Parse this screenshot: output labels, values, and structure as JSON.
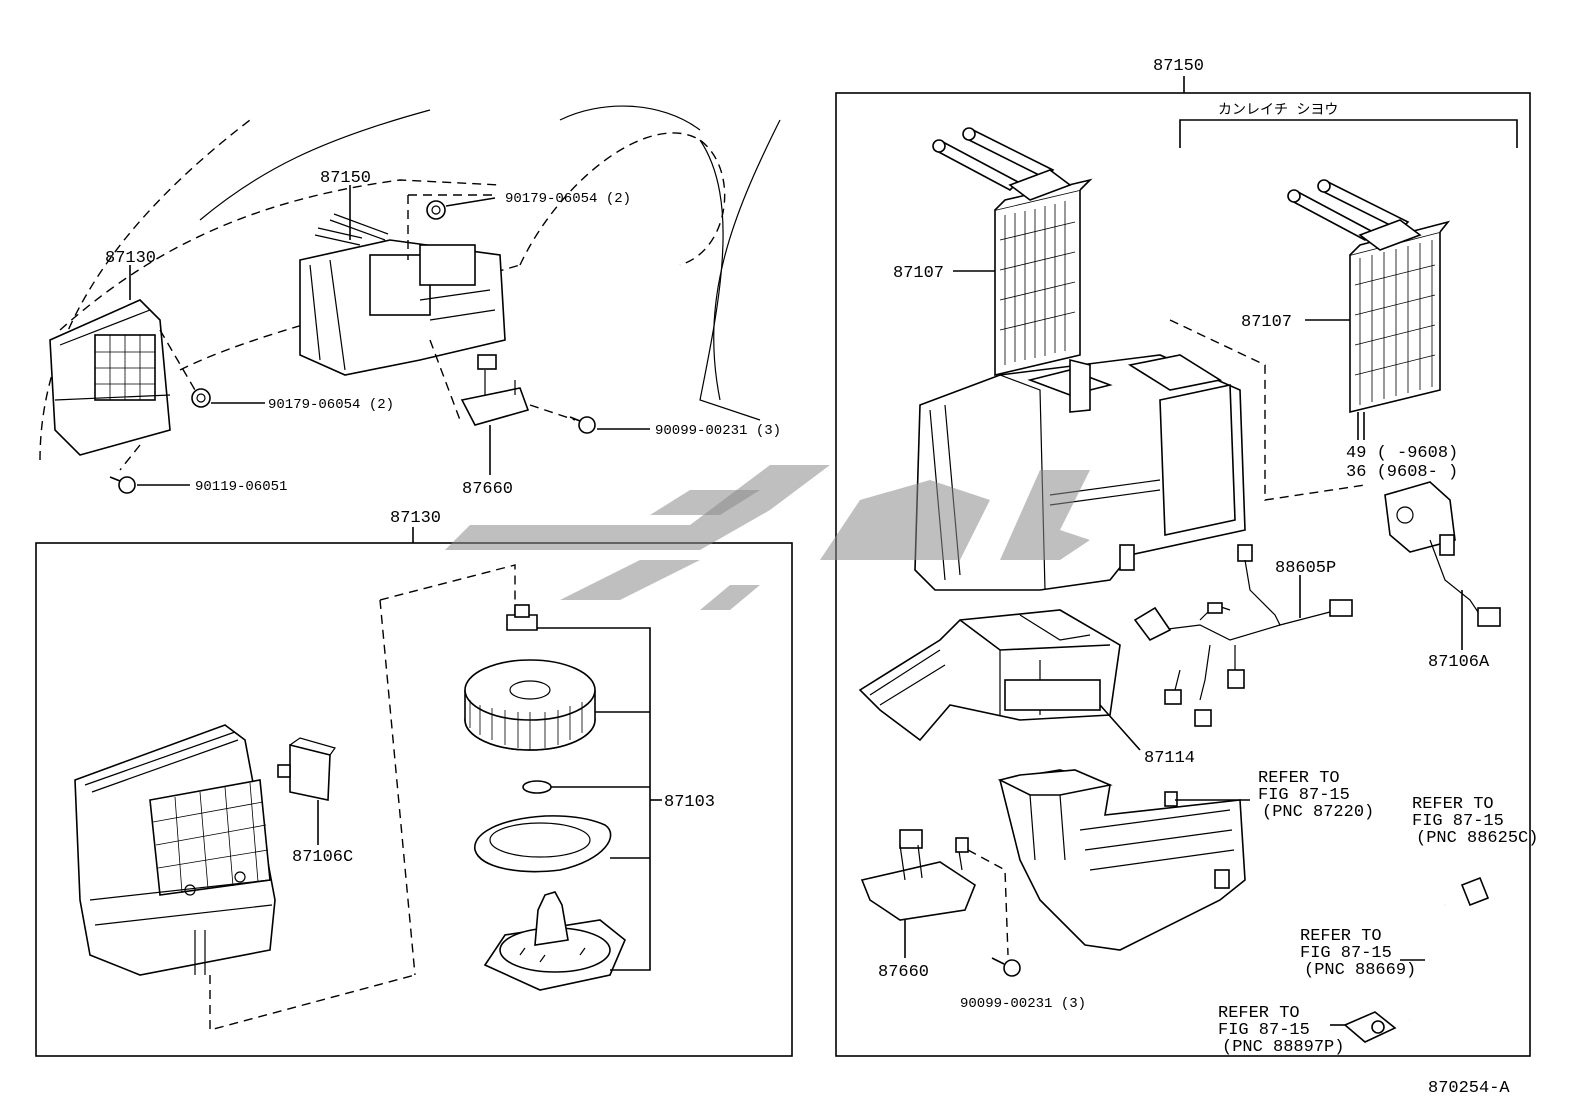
{
  "labels": {
    "top_unit": "87150",
    "top_housing": "87130",
    "top_nut_upper": "90179-06054 (2)",
    "top_nut_lower": "90179-06054 (2)",
    "top_screw_right": "90099-00231 (3)",
    "top_screw_left": "90119-06051",
    "top_resistor": "87660",
    "lower_box_title": "87130",
    "blower_assy": "87103",
    "switch": "87106C",
    "right_box_title": "87150",
    "japanese_note": "カンレイチ シヨウ",
    "core_left": "87107",
    "core_right": "87107",
    "range_a": "49 (     -9608)",
    "range_b": "36 (9608-     )",
    "wire_harness": "88605P",
    "servo": "87106A",
    "case": "87114",
    "resistor_right": "87660",
    "screw_right_box": "90099-00231 (3)",
    "ref1_l1": "REFER TO",
    "ref1_l2": "FIG 87-15",
    "ref1_l3": "(PNC 87220)",
    "ref2_l1": "REFER TO",
    "ref2_l2": "FIG 87-15",
    "ref2_l3": "(PNC 88625C)",
    "ref3_l1": "REFER TO",
    "ref3_l2": "FIG 87-15",
    "ref3_l3": "(PNC 88669)",
    "ref4_l1": "REFER TO",
    "ref4_l2": "FIG 87-15",
    "ref4_l3": "(PNC 88897P)",
    "figure_id": "870254-A"
  },
  "colors": {
    "ink": "#000000",
    "watermark": "#8a8a8a",
    "paper": "#ffffff"
  }
}
